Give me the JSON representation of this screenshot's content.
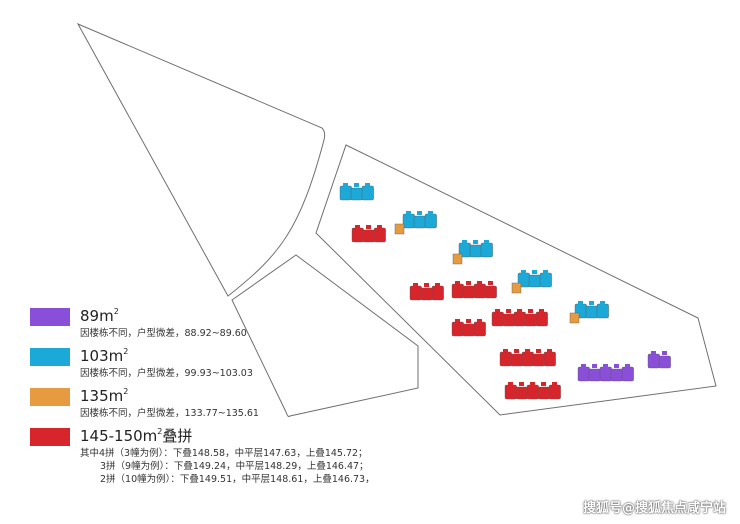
{
  "colors": {
    "t89": "#8a4fd8",
    "t103": "#1da9d8",
    "t135": "#e79b41",
    "t145": "#d7262b",
    "plot_stroke": "#6f6f6f"
  },
  "legend": [
    {
      "key": "t89",
      "label": "89m",
      "sup": "2",
      "notes": [
        "因楼栋不同，户型微差，88.92~89.60"
      ]
    },
    {
      "key": "t103",
      "label": "103m",
      "sup": "2",
      "notes": [
        "因楼栋不同，户型微差，99.93~103.03"
      ]
    },
    {
      "key": "t135",
      "label": "135m",
      "sup": "2",
      "notes": [
        "因楼栋不同，户型微差，133.77~135.61"
      ]
    },
    {
      "key": "t145",
      "label": "145-150m",
      "sup": "2",
      "suffix": "叠拼",
      "notes": [
        "其中4拼（3幢为例）：下叠148.58，中平层147.63，上叠145.72；",
        "3拼（9幢为例）：下叠149.24，中平层148.29，上叠146.47；",
        "2拼（10幢为例）：下叠149.51，中平层148.61，上叠146.73，"
      ]
    }
  ],
  "watermark": "搜狐号@搜狐焦点咸宁站"
}
